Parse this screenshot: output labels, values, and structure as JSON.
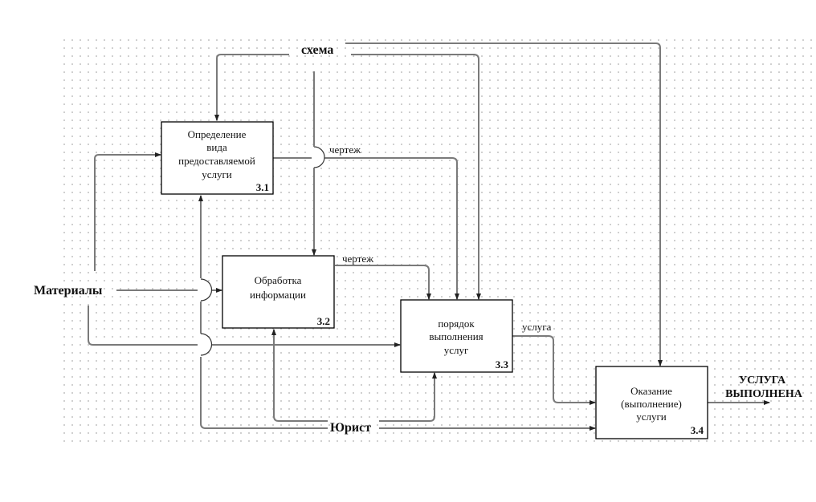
{
  "diagram": {
    "type": "IDEF0",
    "blocks": [
      {
        "id": "3.1",
        "lines": [
          "Определение",
          "вида",
          "предоставляемой",
          "услуги"
        ],
        "number": "3.1"
      },
      {
        "id": "3.2",
        "lines": [
          "Обработка",
          "информации"
        ],
        "number": "3.2"
      },
      {
        "id": "3.3",
        "lines": [
          "порядок",
          "выполнения",
          "услуг"
        ],
        "number": "3.3"
      },
      {
        "id": "3.4",
        "lines": [
          "Оказание",
          "(выполнение)",
          "услуги"
        ],
        "number": "3.4"
      }
    ],
    "external": {
      "control": "схема",
      "input": "Материалы",
      "mechanism": "Юрист",
      "output_lines": [
        "УСЛУГА",
        "ВЫПОЛНЕНА"
      ]
    },
    "edges": [
      {
        "from": "схема",
        "to": "3.1",
        "role": "control",
        "label": ""
      },
      {
        "from": "схема",
        "to": "3.2",
        "role": "control",
        "label": ""
      },
      {
        "from": "схема",
        "to": "3.3",
        "role": "control",
        "label": ""
      },
      {
        "from": "схема",
        "to": "3.4",
        "role": "control",
        "label": ""
      },
      {
        "from": "Материалы",
        "to": "3.1",
        "role": "input",
        "label": ""
      },
      {
        "from": "Материалы",
        "to": "3.2",
        "role": "input",
        "label": ""
      },
      {
        "from": "Материалы",
        "to": "3.3",
        "role": "input",
        "label": ""
      },
      {
        "from": "3.1",
        "to": "3.3",
        "role": "control",
        "label": "чертеж"
      },
      {
        "from": "3.2",
        "to": "3.3",
        "role": "control",
        "label": "чертеж"
      },
      {
        "from": "3.3",
        "to": "3.4",
        "role": "input",
        "label": "услуга"
      },
      {
        "from": "Юрист",
        "to": "3.1",
        "role": "mechanism",
        "label": ""
      },
      {
        "from": "Юрист",
        "to": "3.2",
        "role": "mechanism",
        "label": ""
      },
      {
        "from": "Юрист",
        "to": "3.3",
        "role": "mechanism",
        "label": ""
      },
      {
        "from": "Юрист",
        "to": "3.4",
        "role": "mechanism",
        "label": ""
      },
      {
        "from": "3.4",
        "to": "УСЛУГА ВЫПОЛНЕНА",
        "role": "output",
        "label": ""
      }
    ],
    "edge_labels": {
      "drawing_1": "чертеж",
      "drawing_2": "чертеж",
      "service": "услуга"
    }
  }
}
